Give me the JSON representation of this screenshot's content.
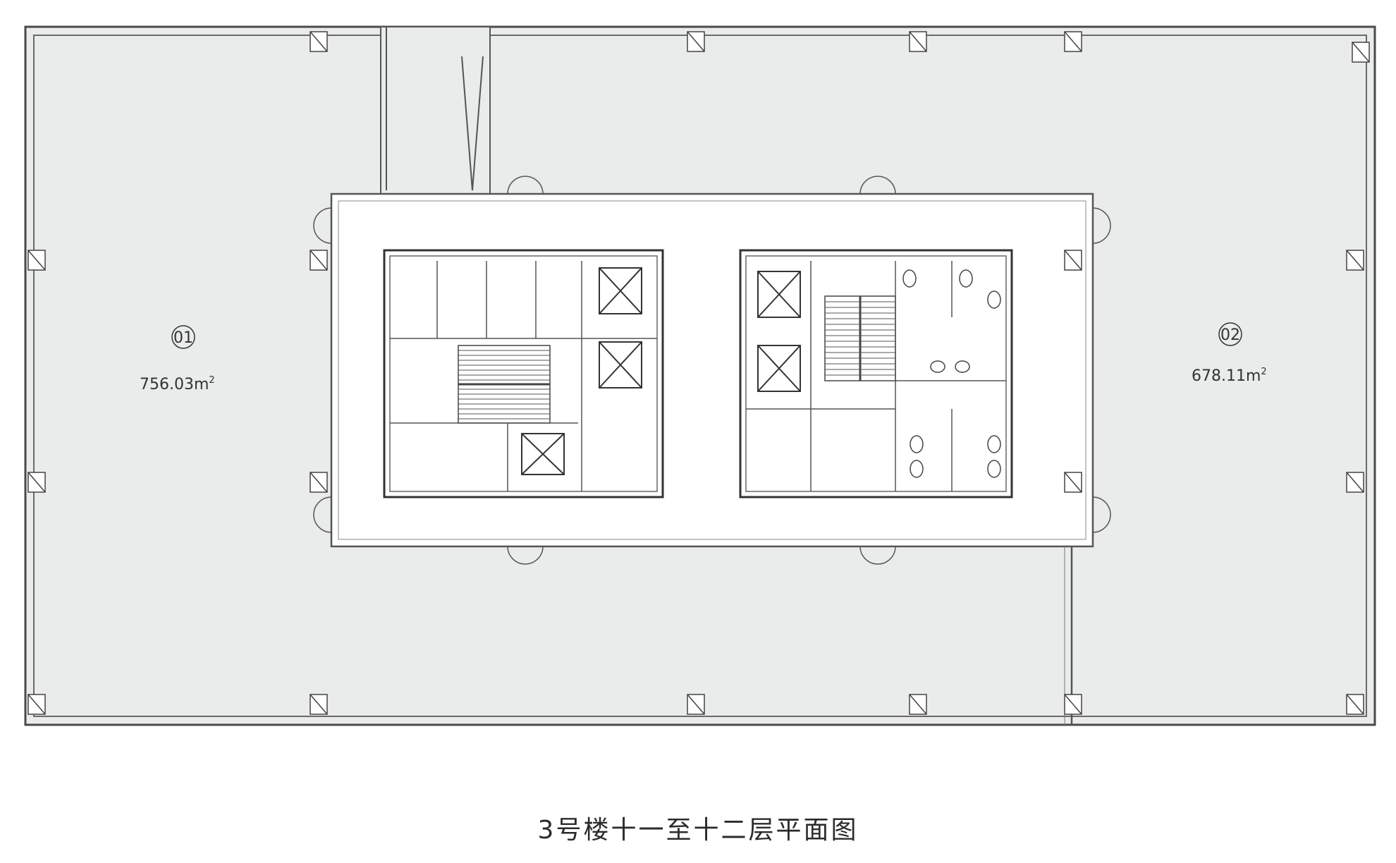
{
  "units": [
    {
      "id": "01",
      "area_value": "756.03m",
      "area_sup": "2"
    },
    {
      "id": "02",
      "area_value": "678.11m",
      "area_sup": "2"
    }
  ],
  "caption": "3号楼十一至十二层平面图",
  "colors": {
    "floor_fill": "#e9ecea",
    "core_fill": "#ffffff",
    "wall": "#555555"
  }
}
